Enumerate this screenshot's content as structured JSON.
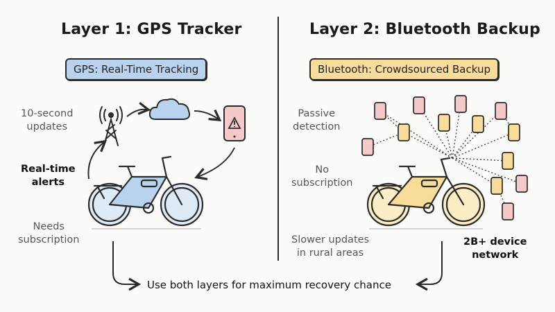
{
  "left": {
    "title": "Layer 1: GPS Tracker",
    "badge": "GPS: Real-Time Tracking",
    "notes": {
      "updates_1": "10-second",
      "updates_2": "updates",
      "alerts_1": "Real-time",
      "alerts_2": "alerts",
      "subscription_1": "Needs",
      "subscription_2": "subscription"
    }
  },
  "right": {
    "title": "Layer 2: Bluetooth Backup",
    "badge": "Bluetooth: Crowdsourced Backup",
    "notes": {
      "passive_1": "Passive",
      "passive_2": "detection",
      "nosub_1": "No",
      "nosub_2": "subscription",
      "slower_1": "Slower updates",
      "slower_2": "in rural areas",
      "network_1": "2B+ device",
      "network_2": "network"
    }
  },
  "footer": "Use both layers for maximum recovery chance",
  "colors": {
    "gps_fill": "#b9d3ef",
    "bt_fill": "#f7dd99",
    "phone_pink": "#f5c9c9",
    "phone_yellow": "#f7dd99",
    "ink": "#2a2a2a"
  }
}
